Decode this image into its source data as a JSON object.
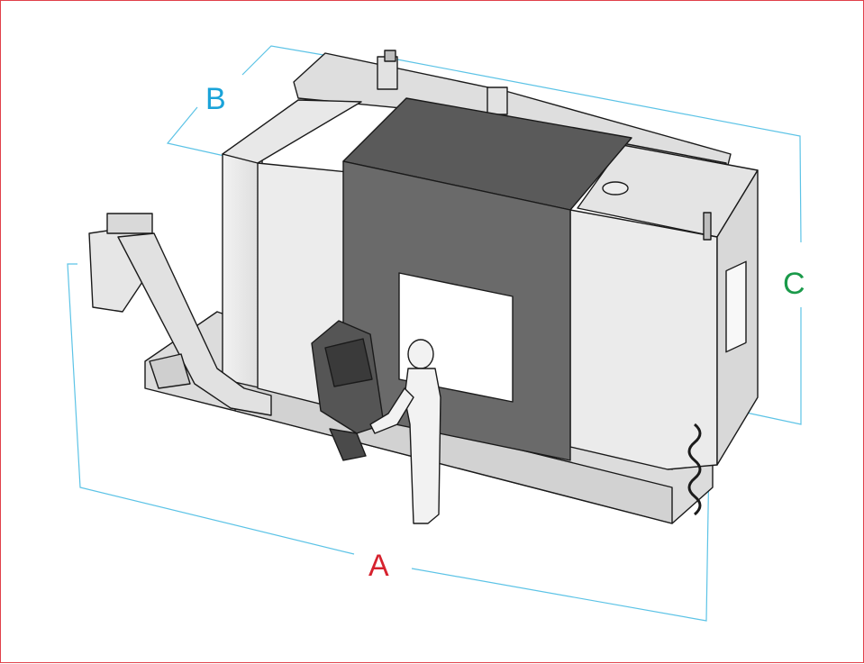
{
  "dimensions": {
    "a": {
      "label": "A",
      "color": "#d6222e",
      "meaning": "length"
    },
    "b": {
      "label": "B",
      "color": "#1aa3d9",
      "meaning": "depth"
    },
    "c": {
      "label": "C",
      "color": "#1a9a4a",
      "meaning": "height"
    }
  },
  "colors": {
    "frame_border": "#e0404a",
    "dimension_lines": "#5cc3e6",
    "body_light": "#e6e6e6",
    "door_dark": "#6a6a6a",
    "outline": "#1a1a1a"
  }
}
